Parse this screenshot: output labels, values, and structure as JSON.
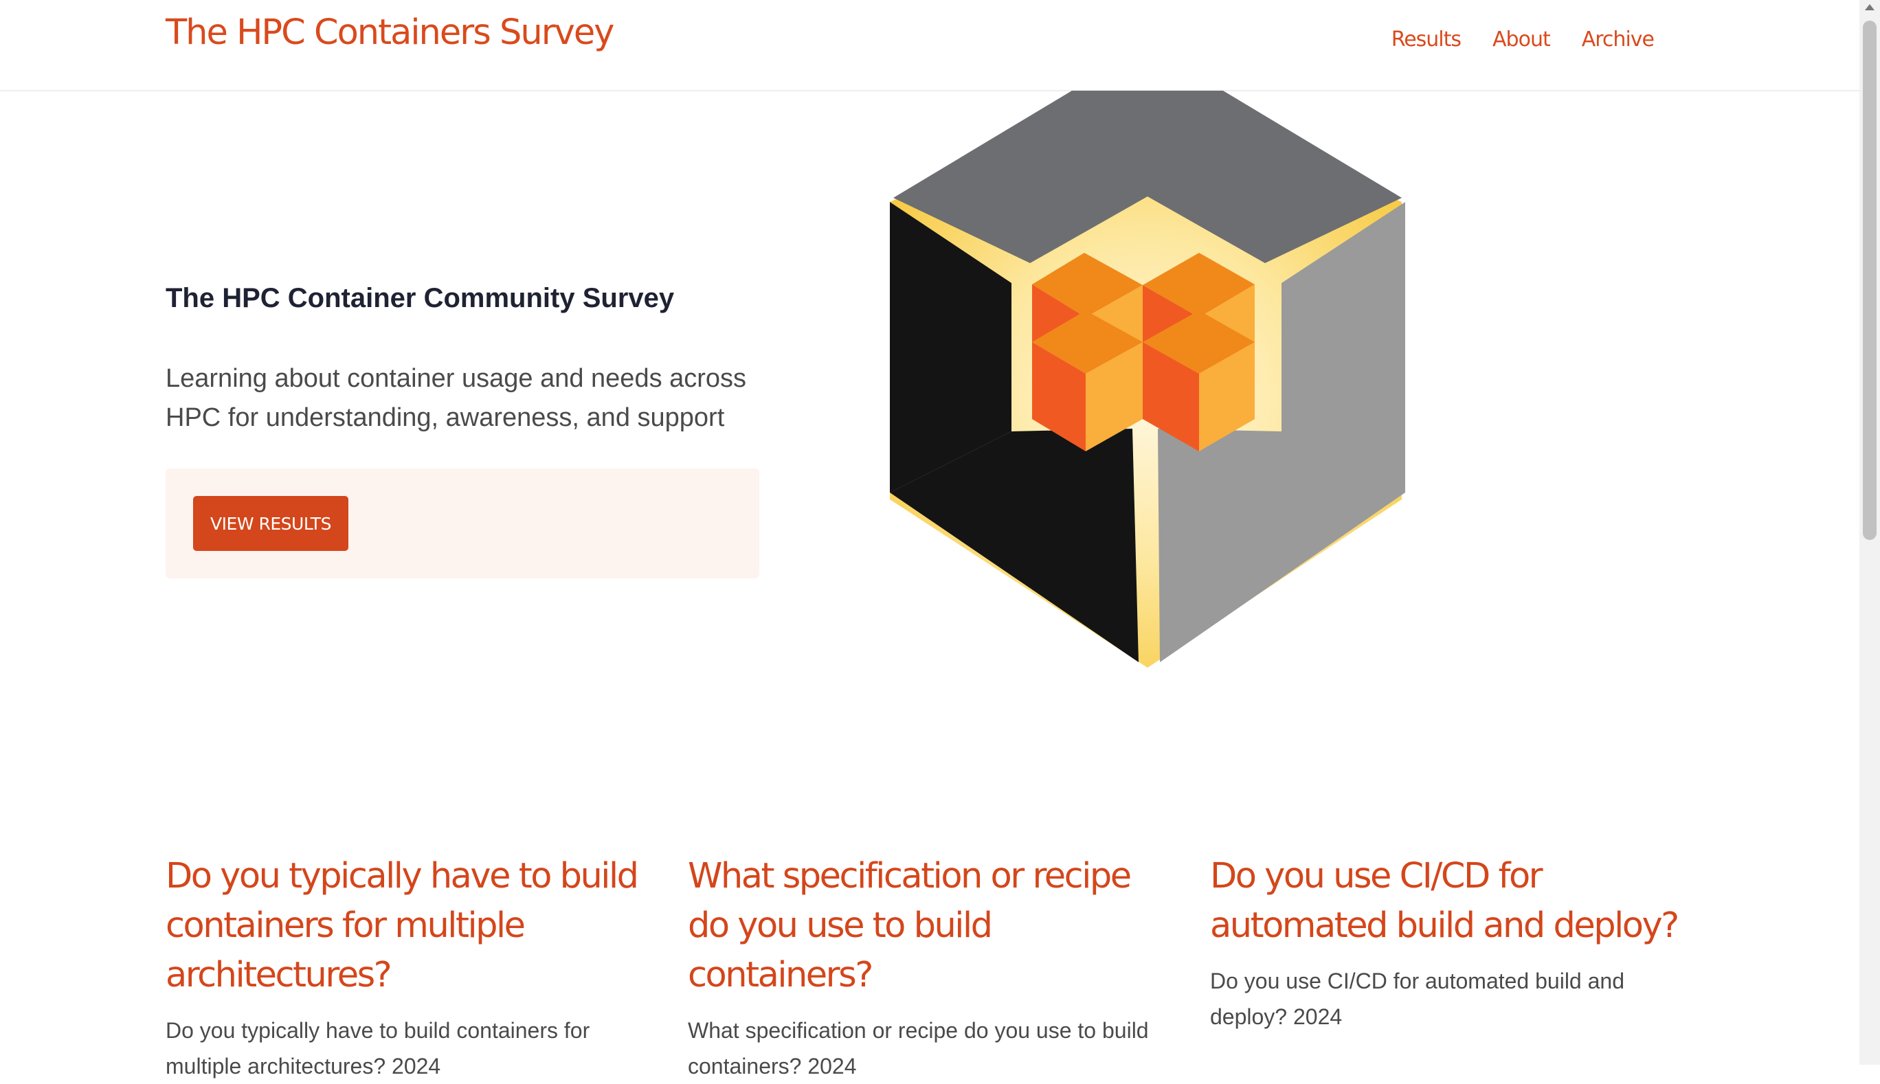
{
  "header": {
    "site_title": "The HPC Containers Survey",
    "nav": [
      "Results",
      "About",
      "Archive"
    ]
  },
  "hero": {
    "heading": "The HPC Container Community Survey",
    "lead": "Learning about container usage and needs across HPC for understanding, awareness, and support",
    "cta_label": "VIEW RESULTS",
    "logo_icon": "hpc-containers-cube-logo"
  },
  "cards": [
    {
      "title": "Do you typically have to build containers for multiple architectures?",
      "description": "Do you typically have to build containers for multiple architectures? 2024"
    },
    {
      "title": "What specification or recipe do you use to build containers?",
      "description": "What specification or recipe do you use to build containers? 2024"
    },
    {
      "title": "Do you use CI/CD for automated build and deploy?",
      "description": "Do you use CI/CD for automated build and deploy? 2024"
    }
  ],
  "colors": {
    "accent": "#d4461b",
    "heading_dark": "#1f2233",
    "cta_background": "#fdf3ef"
  }
}
